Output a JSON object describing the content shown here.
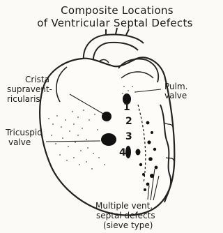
{
  "title": {
    "line1": "Composite Locations",
    "line2": "of Ventricular Septal Defects"
  },
  "labels": {
    "crista_1": "Crista",
    "crista_2": "supravent-",
    "crista_3": "ricularis",
    "pulm_1": "Pulm.",
    "pulm_2": "valve",
    "tricuspid_1": "Tricuspid",
    "tricuspid_2": "valve",
    "multiple_1": "Multiple vent.",
    "multiple_2": "septal defects",
    "multiple_3": "(sieve type)"
  },
  "defect_numbers": [
    "1",
    "2",
    "3",
    "4"
  ]
}
